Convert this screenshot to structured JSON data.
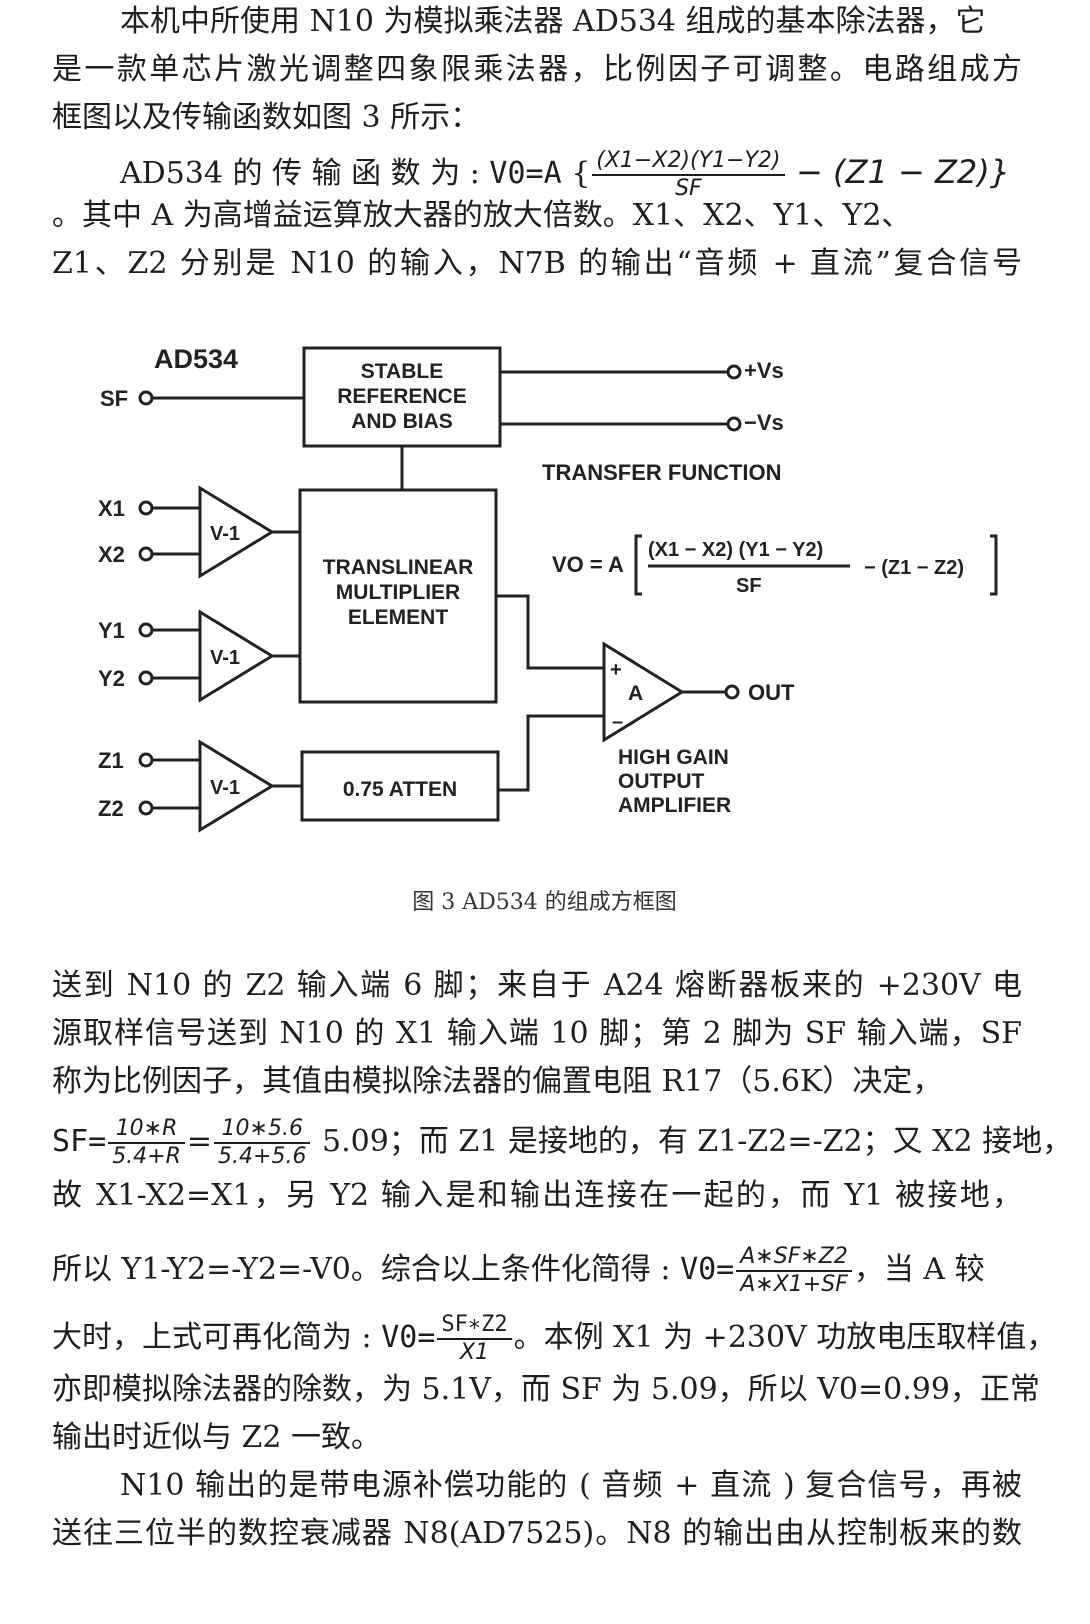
{
  "paragraph1": {
    "l1": "本机中所使用 N10 为模拟乘法器 AD534 组成的基本除法器，它",
    "l2": "是一款单芯片激光调整四象限乘法器，比例因子可调整。电路组成方",
    "l3": "框图以及传输函数如图 3 所示："
  },
  "formula1": {
    "prefix": "AD534 的 传 输 函 数 为 :",
    "lhs": "V0=A",
    "open": "{",
    "num": "(X1−X2)(Y1−Y2)",
    "den": "SF",
    "rest": "− (Z1 − Z2)}"
  },
  "paragraph2": {
    "l1": "。其中 A 为高增益运算放大器的放大倍数。X1、X2、Y1、Y2、",
    "l2": "Z1、Z2 分别是 N10 的输入，N7B 的输出“音频 + 直流”复合信号"
  },
  "diagram": {
    "title": "AD534",
    "sf": "SF",
    "ref_box": [
      "STABLE",
      "REFERENCE",
      "AND BIAS"
    ],
    "vs_plus": "+Vs",
    "vs_minus": "−Vs",
    "transfer_title": "TRANSFER FUNCTION",
    "mult_box": [
      "TRANSLINEAR",
      "MULTIPLIER",
      "ELEMENT"
    ],
    "atten_box": "0.75 ATTEN",
    "buffer": "V-1",
    "amp": "A",
    "out": "OUT",
    "amp_label": [
      "HIGH GAIN",
      "OUTPUT",
      "AMPLIFIER"
    ],
    "inputs": [
      "X1",
      "X2",
      "Y1",
      "Y2",
      "Z1",
      "Z2"
    ],
    "tf_lhs": "VO = A",
    "tf_num": "(X1 − X2) (Y1 − Y2)",
    "tf_den": "SF",
    "tf_rest": "− (Z1 − Z2)"
  },
  "caption": "图 3   AD534 的组成方框图",
  "paragraph3": {
    "l1": "送到 N10 的 Z2 输入端 6 脚；来自于 A24 熔断器板来的 +230V 电",
    "l2": "源取样信号送到 N10 的 X1 输入端 10 脚；第 2 脚为 SF 输入端，SF",
    "l3": "称为比例因子，其值由模拟除法器的偏置电阻 R17（5.6K）决定，"
  },
  "formula2": {
    "lhs": "SF=",
    "num1": "10∗R",
    "den1": "5.4+R",
    "eq": "=",
    "num2": "10∗5.6",
    "den2": "5.4+5.6",
    "rest": "5.09；而 Z1 是接地的，有 Z1-Z2=-Z2；又 X2 接地，"
  },
  "paragraph4": {
    "l1": "故 X1-X2=X1，另 Y2 输入是和输出连接在一起的，而 Y1 被接地，"
  },
  "formula3": {
    "prefix": "所以 Y1-Y2=-Y2=-V0。综合以上条件化简得 :",
    "lhs": "V0=",
    "num": "A∗SF∗Z2",
    "den": "A∗X1+SF",
    "rest": "，当 A 较"
  },
  "formula4": {
    "prefix": "大时，上式可再化简为 :",
    "lhs": "V0=",
    "num": "SF∗Z2",
    "den": "X1",
    "rest": "。本例 X1 为 +230V 功放电压取样值，"
  },
  "paragraph5": {
    "l1": "亦即模拟除法器的除数，为 5.1V，而 SF 为 5.09，所以 V0=0.99，正常",
    "l2": "输出时近似与 Z2 一致。"
  },
  "paragraph6": {
    "l1": "N10 输出的是带电源补偿功能的 ( 音频 + 直流 ) 复合信号，再被",
    "l2": "送往三位半的数控衰减器 N8(AD7525)。N8 的输出由从控制板来的数"
  }
}
